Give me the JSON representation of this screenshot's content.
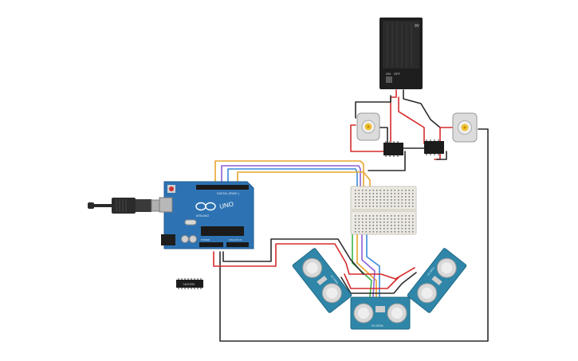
{
  "board": {
    "name": "UNO",
    "brand": "ARDUINO",
    "header_digital": "DIGITAL (PWM~)",
    "header_analog": "ANALOG IN",
    "header_power": "POWER"
  },
  "chip": {
    "label": "74HC595"
  },
  "battery": {
    "label": "9V",
    "switch_on": "ON",
    "switch_off": "OFF"
  },
  "wires": {
    "colors": {
      "red": "#d62b2b",
      "black": "#2b2b2b",
      "orange": "#e8a530",
      "purple": "#8f5fd6",
      "blue": "#3a8ad8",
      "green": "#39b54a"
    }
  },
  "sensor_label": "HC-SR04",
  "colors": {
    "board": "#2d73b3",
    "board_dark": "#1f5a90",
    "sensor_board": "#2f86a8",
    "breadboard": "#ece9e2",
    "motor": "#dcdcdc",
    "motor_hub": "#f0c030",
    "battery": "#1e1e1e"
  }
}
